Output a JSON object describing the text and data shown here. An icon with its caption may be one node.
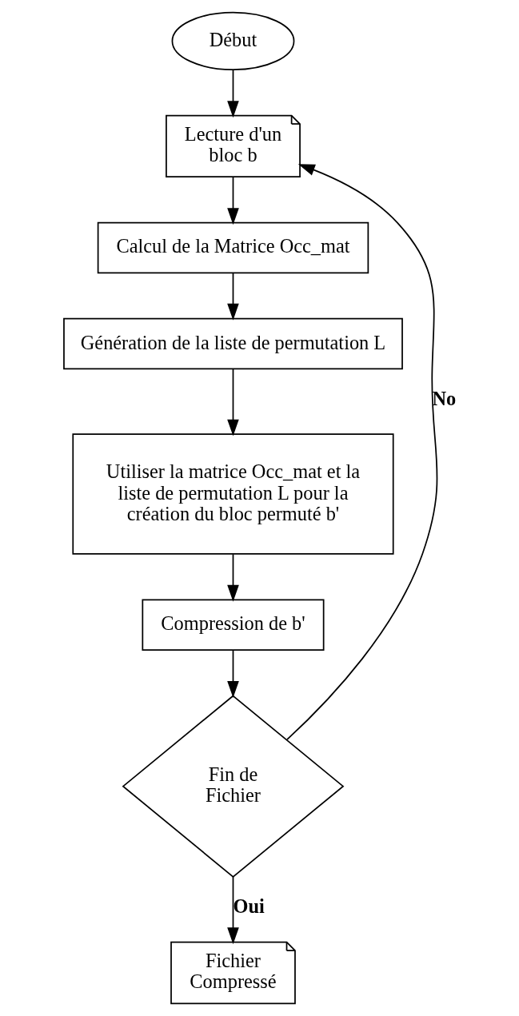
{
  "diagram": {
    "nodes": [
      {
        "text": [
          "Début"
        ]
      },
      {
        "text": [
          "Lecture d'un bloc b"
        ]
      },
      {
        "text": [
          "Calcul de la Matrice Occ_mat"
        ]
      },
      {
        "text": [
          "Génération de la liste de permutation L"
        ]
      },
      {
        "text": [
          "Utiliser la matrice Occ_mat et la liste de permutation L pour la création du bloc permuté b'"
        ]
      },
      {
        "text": [
          "Compression de b'"
        ]
      },
      {
        "text": [
          "Fin de Fichier"
        ]
      },
      {
        "text": [
          "Fichier Compressé"
        ]
      }
    ],
    "edges": [
      {
        "from": 0,
        "to": 1,
        "arrow": "to"
      },
      {
        "from": 1,
        "to": 2,
        "arrow": "to"
      },
      {
        "from": 2,
        "to": 3,
        "arrow": "to"
      },
      {
        "from": 3,
        "to": 4,
        "arrow": "to"
      },
      {
        "from": 4,
        "to": 5,
        "arrow": "to"
      },
      {
        "from": 5,
        "to": 6,
        "arrow": "to"
      },
      {
        "from": 6,
        "to": 1,
        "arrow": "to",
        "label": "No"
      },
      {
        "from": 6,
        "to": 7,
        "arrow": "to",
        "label": "Oui"
      }
    ]
  }
}
